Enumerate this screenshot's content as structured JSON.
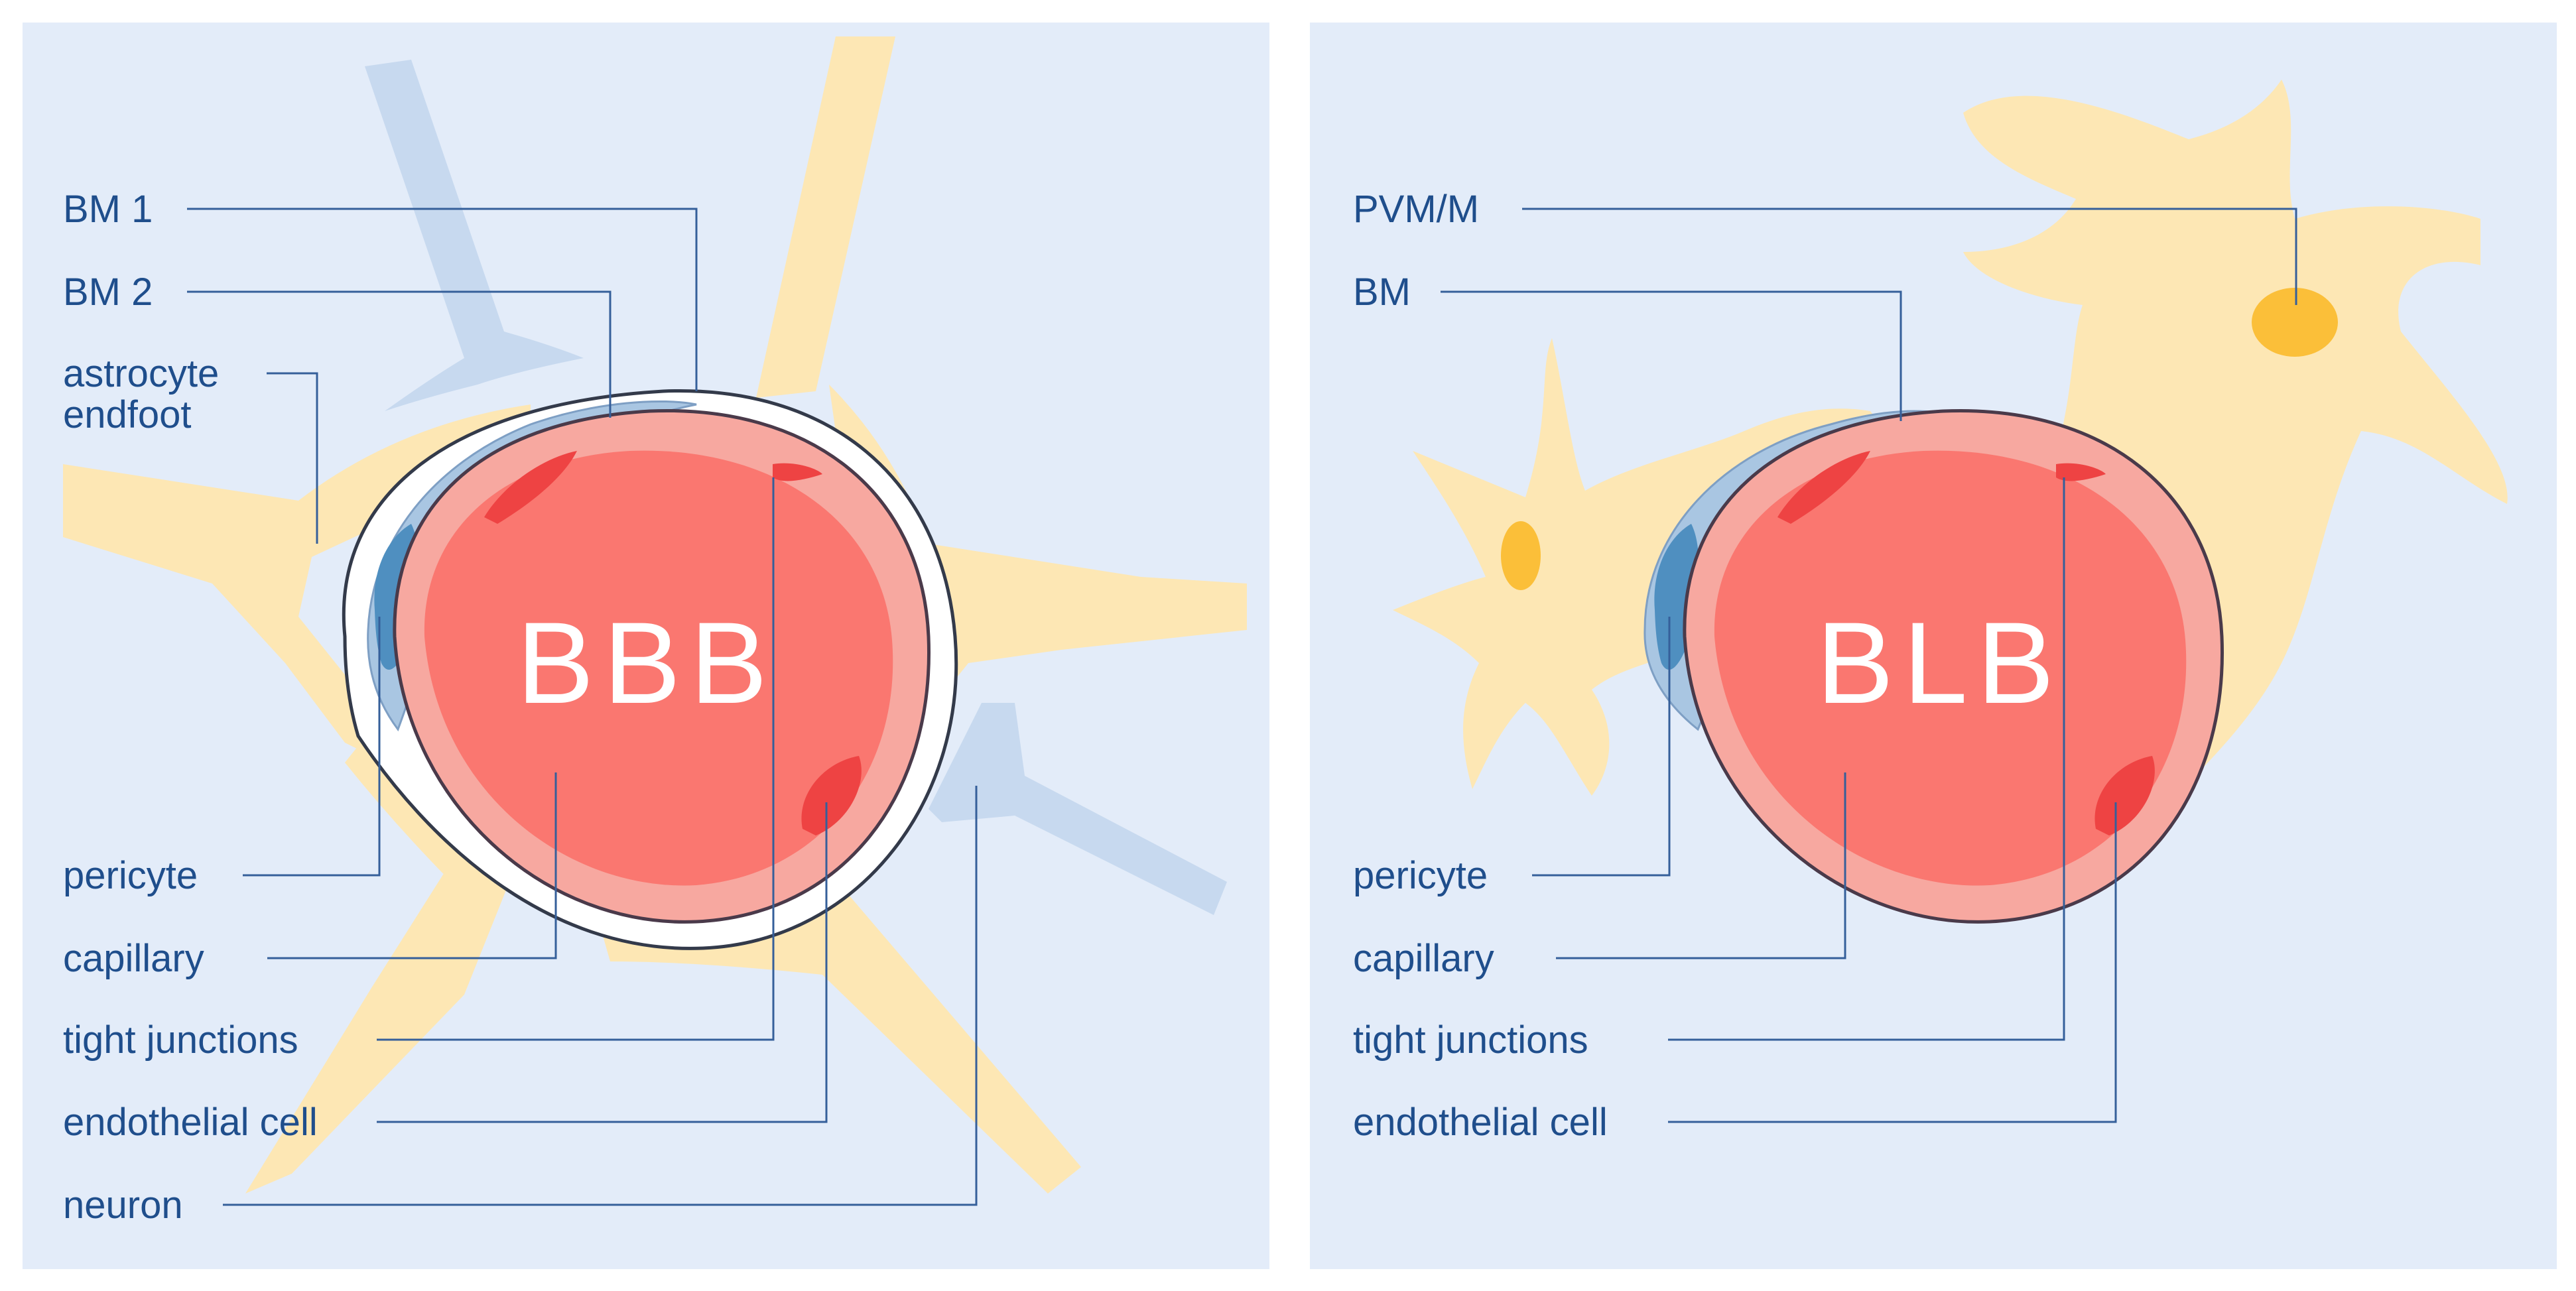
{
  "colors": {
    "panel_bg": "#e3ecf9",
    "astrocyte": "#fde7b4",
    "astrocyte_nucleus": "#fbbf39",
    "neuron": "#c7d9ef",
    "basement_membrane": "#ffffff",
    "pericyte": "#a9c6e2",
    "pericyte_nucleus": "#4f8fc0",
    "endothelial_outer": "#f7a8a0",
    "lumen": "#fa7770",
    "tight_junction": "#ee4343",
    "leader_line": "#355f9a",
    "label_text": "#1f4e8c"
  },
  "panels": [
    {
      "id": "bbb",
      "title": "BBB",
      "labels": {
        "bm1": "BM 1",
        "bm2": "BM 2",
        "astrocyte_line1": "astrocyte",
        "astrocyte_line2": "endfoot",
        "pericyte": "pericyte",
        "capillary": "capillary",
        "tight_junctions": "tight junctions",
        "endothelial_cell": "endothelial cell",
        "neuron": "neuron"
      }
    },
    {
      "id": "blb",
      "title": "BLB",
      "labels": {
        "pvm": "PVM/M",
        "bm": "BM",
        "pericyte": "pericyte",
        "capillary": "capillary",
        "tight_junctions": "tight junctions",
        "endothelial_cell": "endothelial cell"
      }
    }
  ]
}
